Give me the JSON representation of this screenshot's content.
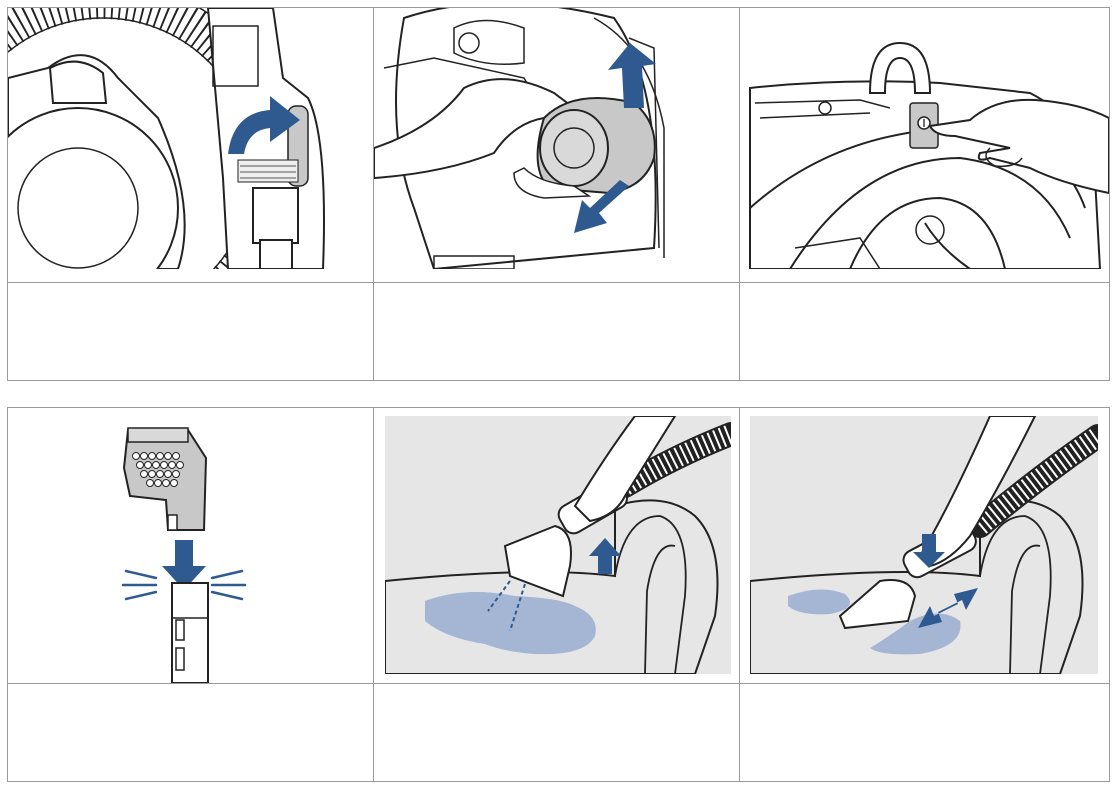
{
  "colors": {
    "arrow": "#2e5a8f",
    "line": "#222222",
    "bg_gray": "#e6e6e6",
    "water": "#a4b6d4"
  },
  "rows": [
    {
      "steps": [
        {
          "id": "1",
          "illustration": "lift-latch-cover",
          "caption": ""
        },
        {
          "id": "2",
          "illustration": "remove-tank",
          "caption": ""
        },
        {
          "id": "3",
          "illustration": "press-power-button",
          "caption": ""
        }
      ]
    },
    {
      "steps": [
        {
          "id": "4",
          "illustration": "attach-tool-to-wand",
          "caption": ""
        },
        {
          "id": "5",
          "illustration": "spray-stain",
          "caption": ""
        },
        {
          "id": "6",
          "illustration": "scrub-stain",
          "caption": ""
        }
      ]
    }
  ]
}
